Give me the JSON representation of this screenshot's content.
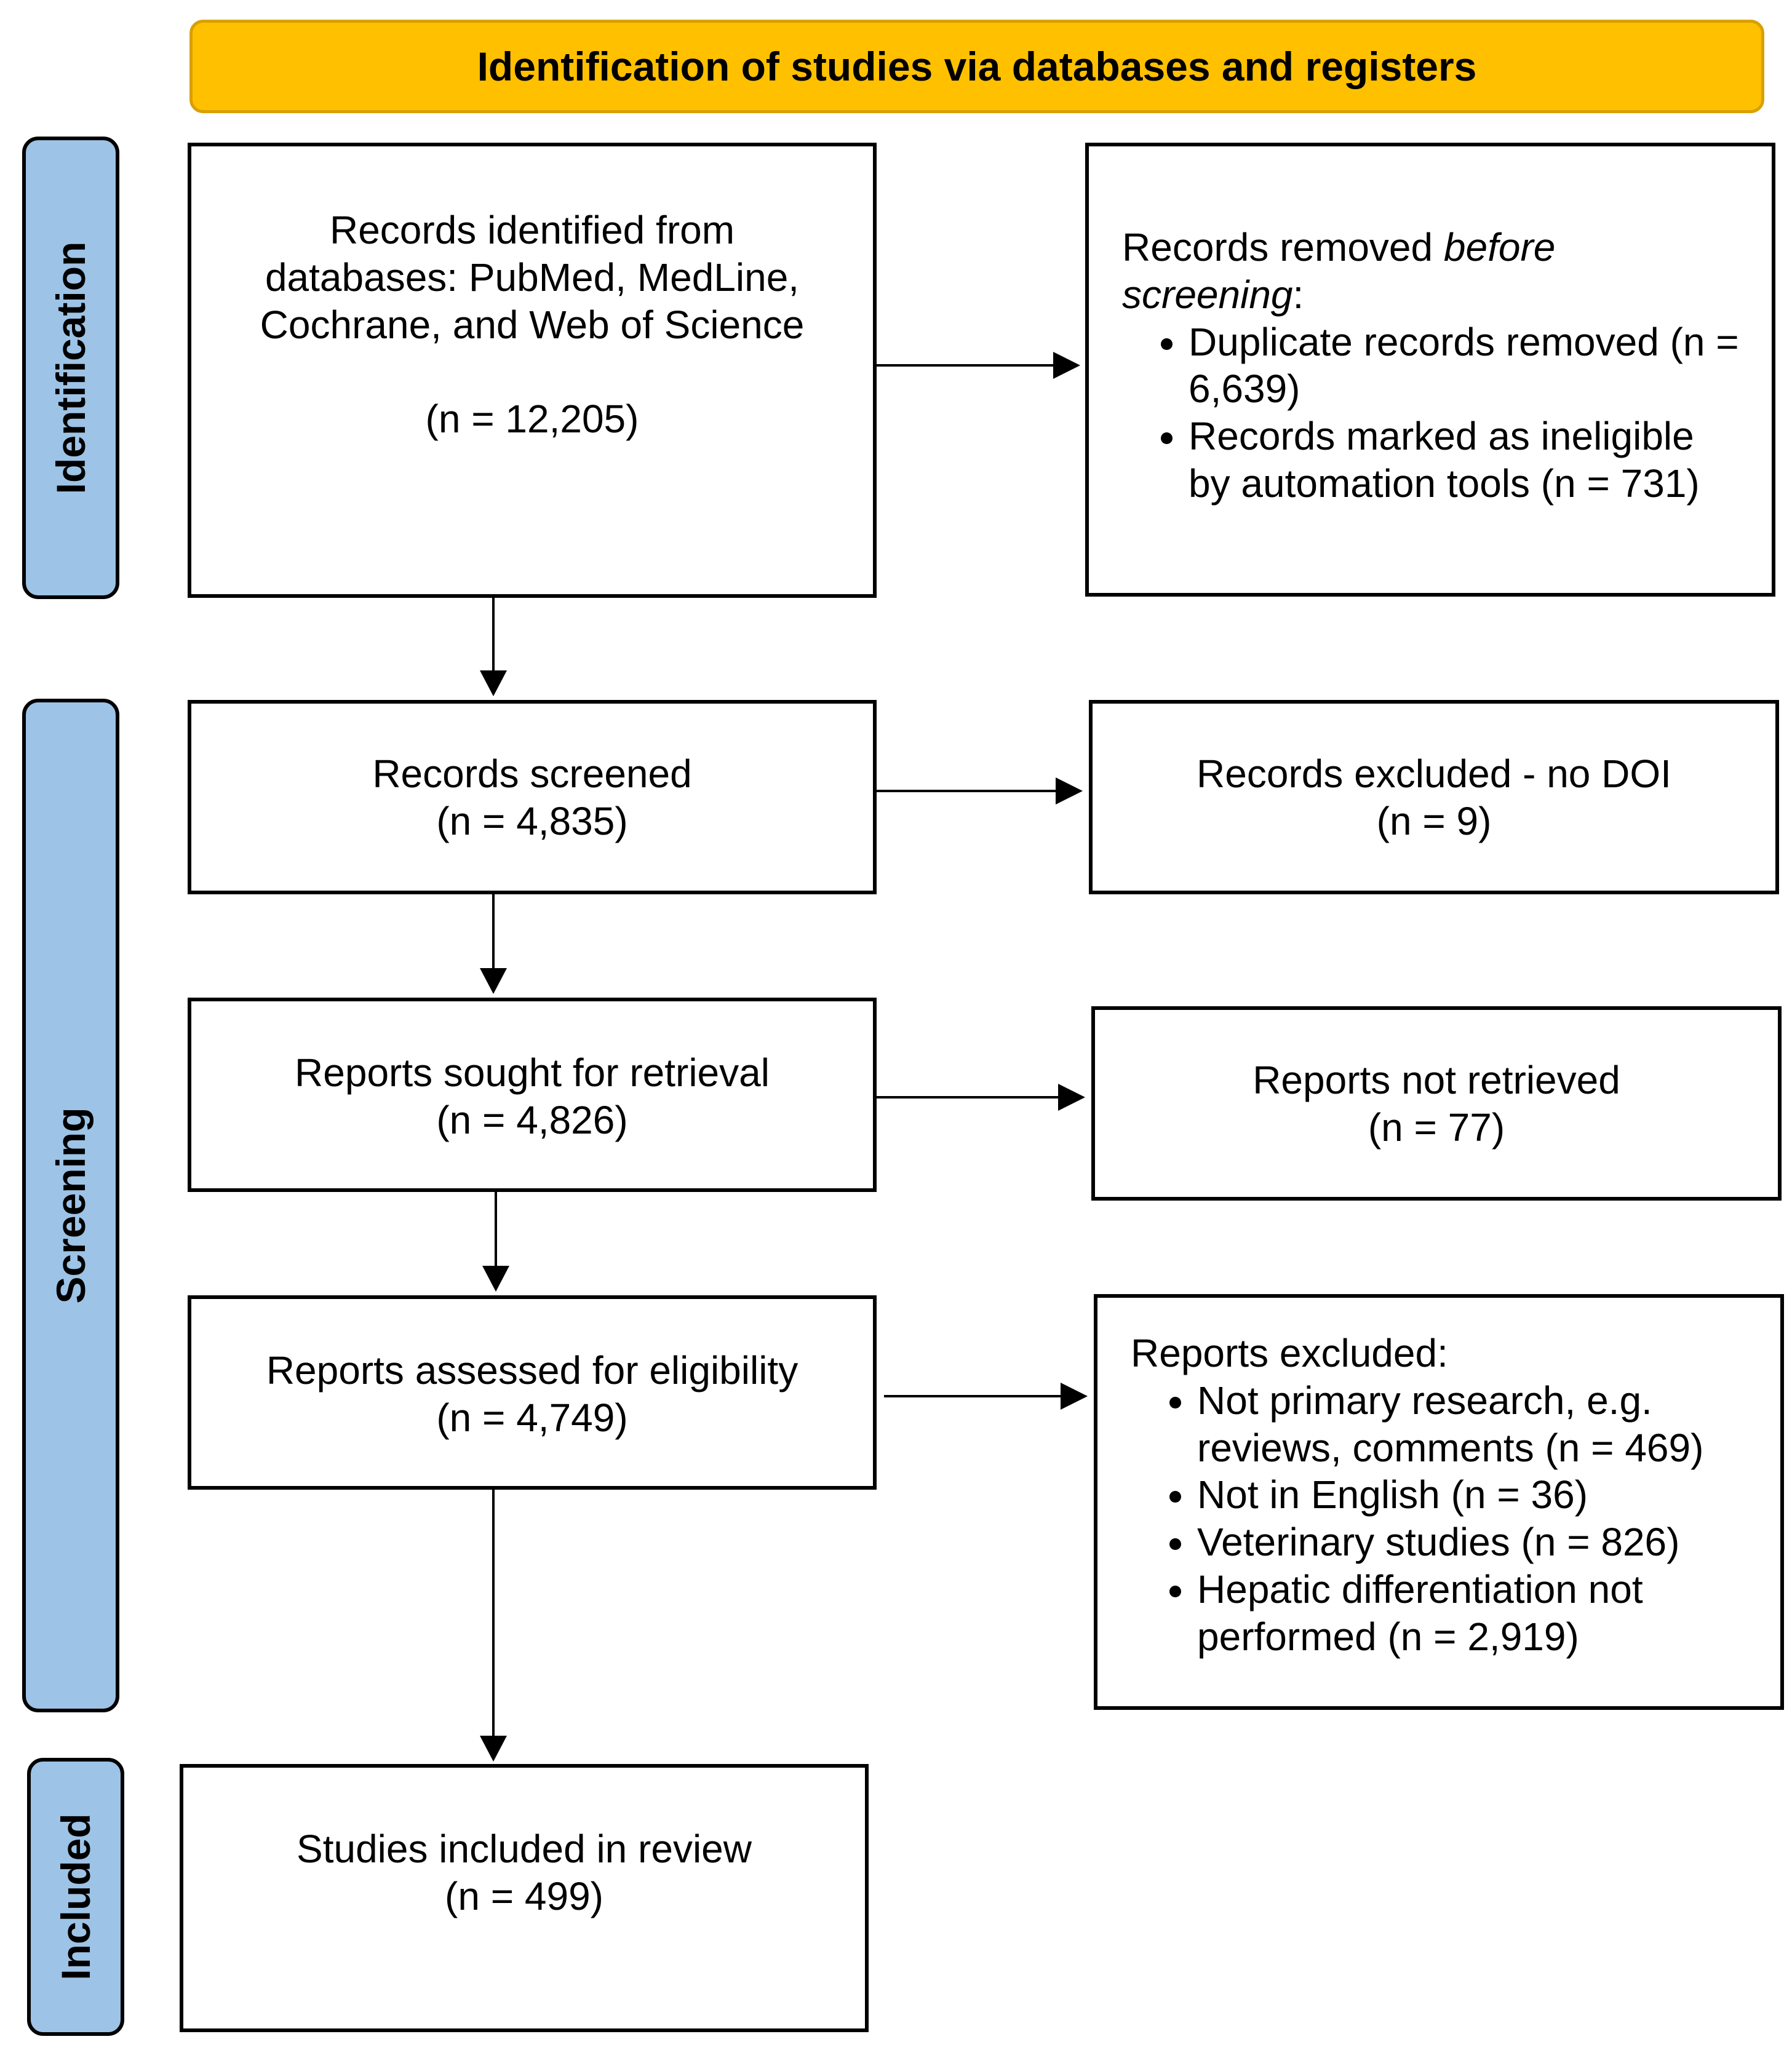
{
  "header": {
    "title": "Identification of studies via databases and registers"
  },
  "phases": {
    "identification": "Identification",
    "screening": "Screening",
    "included": "Included"
  },
  "main_boxes": {
    "identified": {
      "lines": [
        "Records identified from",
        "databases: PubMed, MedLine,",
        "Cochrane, and Web of Science"
      ],
      "count": "(n = 12,205)"
    },
    "screened": {
      "label": "Records screened",
      "count": "(n = 4,835)"
    },
    "sought": {
      "label": "Reports sought for retrieval",
      "count": "(n = 4,826)"
    },
    "assessed": {
      "label": "Reports assessed for eligibility",
      "count": "(n = 4,749)"
    },
    "included": {
      "label": "Studies included in review",
      "count": "(n = 499)"
    }
  },
  "side_boxes": {
    "removed": {
      "title_prefix": "Records removed ",
      "title_italic": "before screening",
      "title_suffix": ":",
      "items": [
        "Duplicate records removed (n = 6,639)",
        "Records marked as ineligible by automation tools (n = 731)"
      ]
    },
    "excluded_doi": {
      "label": "Records excluded - no DOI",
      "count": "(n = 9)"
    },
    "not_retrieved": {
      "label": "Reports not retrieved",
      "count": "(n = 77)"
    },
    "reports_excluded": {
      "title": "Reports excluded:",
      "items": [
        "Not primary research, e.g. reviews, comments (n = 469)",
        "Not in English (n = 36)",
        "Veterinary studies (n = 826)",
        "Hepatic differentiation not performed (n = 2,919)"
      ]
    }
  }
}
